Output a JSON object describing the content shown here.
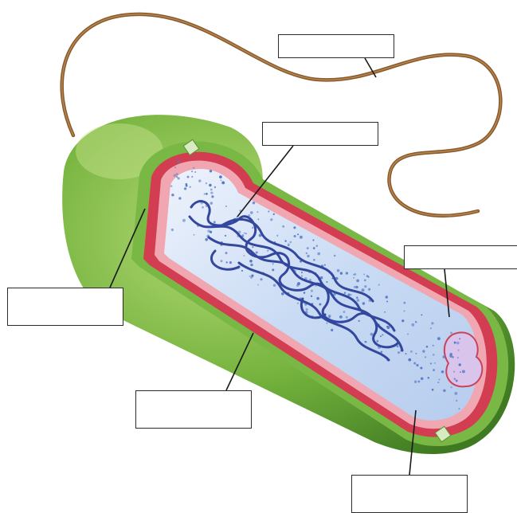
{
  "diagram": {
    "subject": "bacterial-cell-cross-section",
    "colors": {
      "capsule": "#6fae3a",
      "capsule_light": "#a9d26a",
      "cell_wall": "#cf3b4f",
      "membrane_inner": "#f2a3ae",
      "cytoplasm": "#c8dbf3",
      "cytoplasm_light": "#e6eefb",
      "nucleoid": "#3a4fa8",
      "flagellum": "#8a5a2b",
      "ribosome_dots": "#4a6fc0",
      "leader_line": "#1a1a1a"
    },
    "labels": [
      {
        "id": "flagellum",
        "text": ""
      },
      {
        "id": "nucleoid",
        "text": ""
      },
      {
        "id": "inclusion",
        "text": ""
      },
      {
        "id": "capsule",
        "text": ""
      },
      {
        "id": "cell-membrane",
        "text": ""
      },
      {
        "id": "cytoplasm",
        "text": ""
      }
    ]
  }
}
